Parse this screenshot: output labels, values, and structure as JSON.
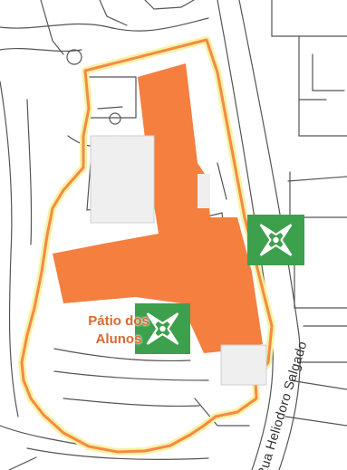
{
  "map": {
    "labels": {
      "patio": "Pátio dos Alunos",
      "street": "Rua Heliodoro Salgado"
    },
    "markers": [
      {
        "name": "assembly-point-marker-east",
        "icon": "assembly-point-icon"
      },
      {
        "name": "assembly-point-marker-patio",
        "icon": "assembly-point-icon"
      }
    ],
    "colors": {
      "building": "#f47f3f",
      "boundary": "#f4894a",
      "boundary_glow": "#f6f2a0",
      "marker_green": "#3da04c",
      "basemap_line": "#555555",
      "placeholder": "#efefef"
    }
  }
}
